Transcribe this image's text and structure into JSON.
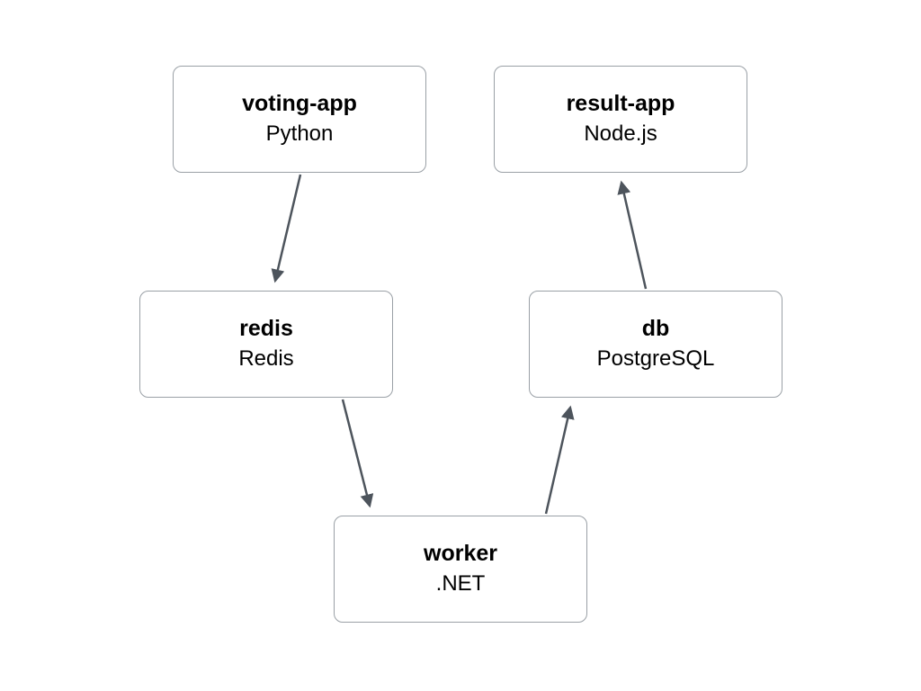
{
  "diagram": {
    "title": "",
    "nodes": [
      {
        "id": "voting-app",
        "label": "voting-app",
        "sublabel": "Python"
      },
      {
        "id": "result-app",
        "label": "result-app",
        "sublabel": "Node.js"
      },
      {
        "id": "redis",
        "label": "redis",
        "sublabel": "Redis"
      },
      {
        "id": "db",
        "label": "db",
        "sublabel": "PostgreSQL"
      },
      {
        "id": "worker",
        "label": "worker",
        "sublabel": ".NET"
      }
    ],
    "edges": [
      {
        "from": "voting-app",
        "to": "redis"
      },
      {
        "from": "redis",
        "to": "worker"
      },
      {
        "from": "worker",
        "to": "db"
      },
      {
        "from": "db",
        "to": "result-app"
      }
    ],
    "colors": {
      "background": "#ffffff",
      "node_border": "#9aa0a6",
      "arrow": "#4d545c",
      "text": "#000000"
    }
  }
}
